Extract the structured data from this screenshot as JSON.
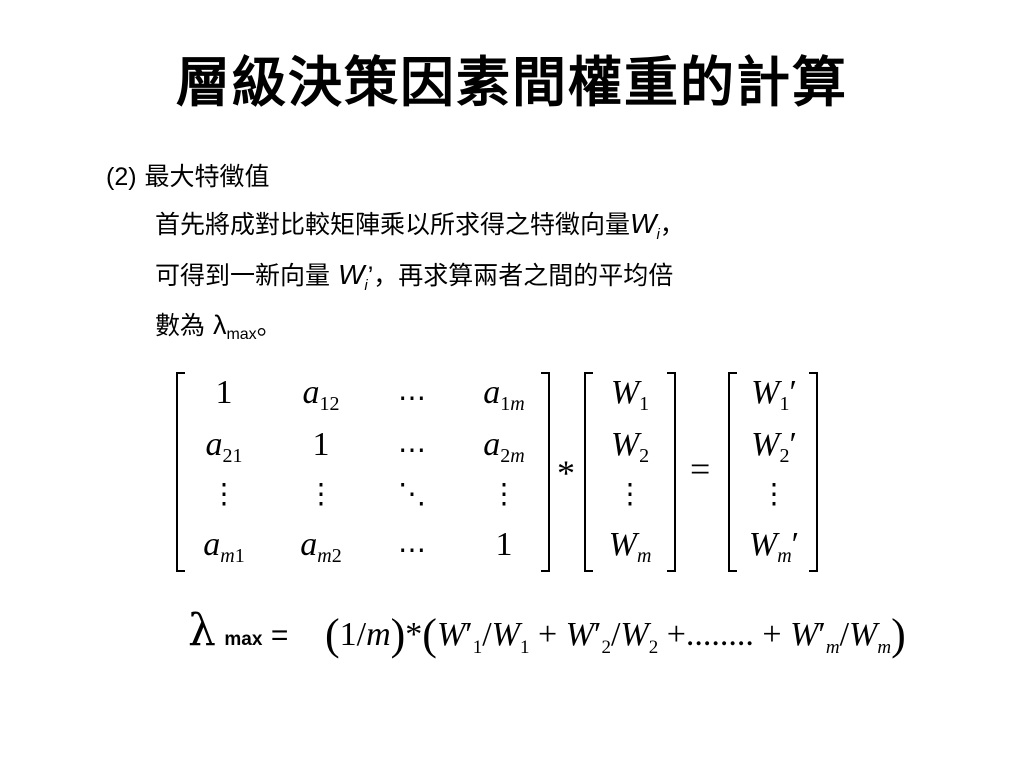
{
  "title": "層級決策因素間權重的計算",
  "section": {
    "number": "(2)",
    "heading": "最大特徵值"
  },
  "paragraph": {
    "line1_text": "首先將成對比較矩陣乘以所求得之特徵向量",
    "line1_var": "W",
    "line1_sub": "i",
    "line1_end": "，",
    "line2_text": "可得到一新向量 ",
    "line2_var": "W",
    "line2_sub": "i",
    "line2_prime": "’",
    "line2_rest": "，再求算兩者之間的平均倍",
    "line3_text": "數為 ",
    "line3_symbol": "λ",
    "line3_sub": "max",
    "line3_end": "。"
  },
  "matrix_equation": {
    "multiply_sign": "*",
    "equals_sign": "=",
    "matrix_rows": [
      [
        "1",
        "a12",
        "⋯",
        "a1m"
      ],
      [
        "a21",
        "1",
        "⋯",
        "a2m"
      ],
      [
        "⋮",
        "⋮",
        "⋱",
        "⋮"
      ],
      [
        "am1",
        "am2",
        "⋯",
        "1"
      ]
    ],
    "w_vector": [
      "W1",
      "W2",
      "⋮",
      "Wm"
    ],
    "w_prime_vector": [
      "W1′",
      "W2′",
      "⋮",
      "Wm′"
    ]
  },
  "lambda_formula": {
    "symbol": "λ",
    "label": "max",
    "equals": "=",
    "expression": "(1/m)*(W1′/W1 + W2′/W2 + ........ + Wm′/Wm)"
  }
}
